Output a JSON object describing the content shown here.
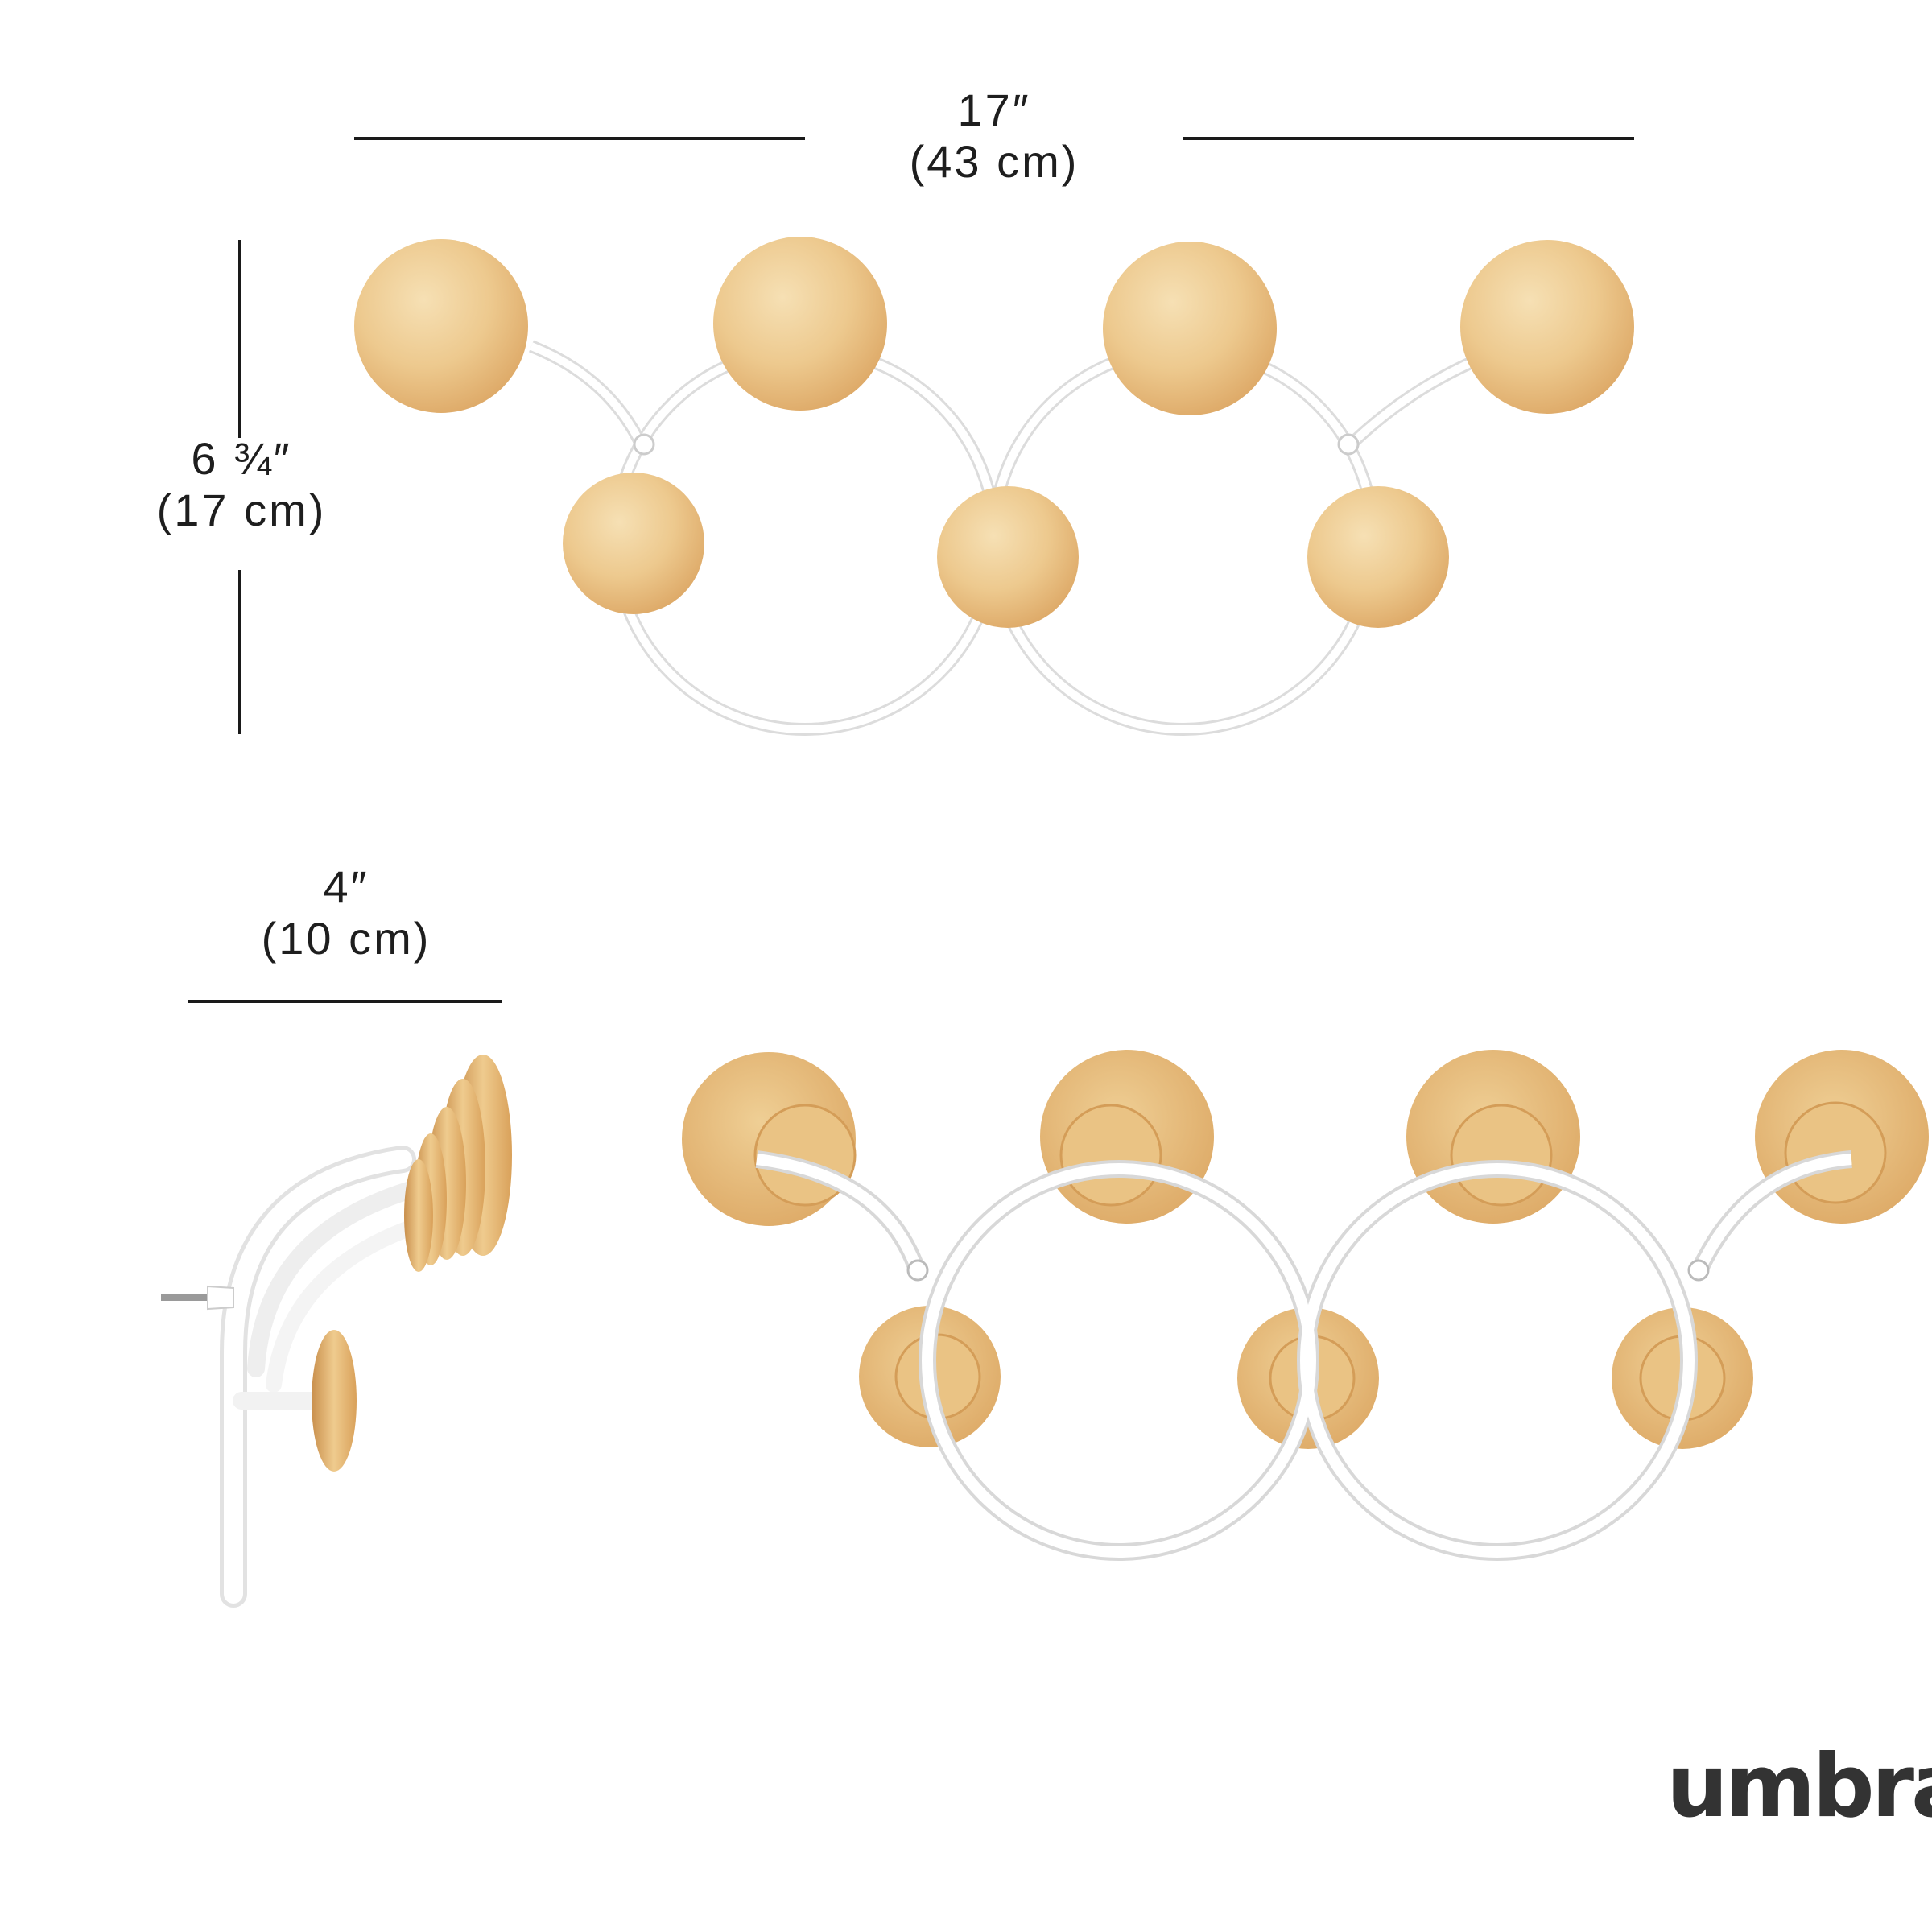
{
  "dimensions": {
    "width": {
      "imperial": "17″",
      "metric": "(43 cm)"
    },
    "height": {
      "imperial": "6 ¾″",
      "metric": "(17 cm)"
    },
    "depth": {
      "imperial": "4″",
      "metric": "(10 cm)"
    }
  },
  "brand": {
    "name": "umbra"
  },
  "colors": {
    "wood_light": "#F2D6A4",
    "wood_mid": "#E8BE7C",
    "wood_dark": "#D9A45E",
    "metal": "#FFFFFF",
    "metal_shadow": "#D8D8D8",
    "line": "#1A1A1A",
    "brand": "#333333"
  }
}
